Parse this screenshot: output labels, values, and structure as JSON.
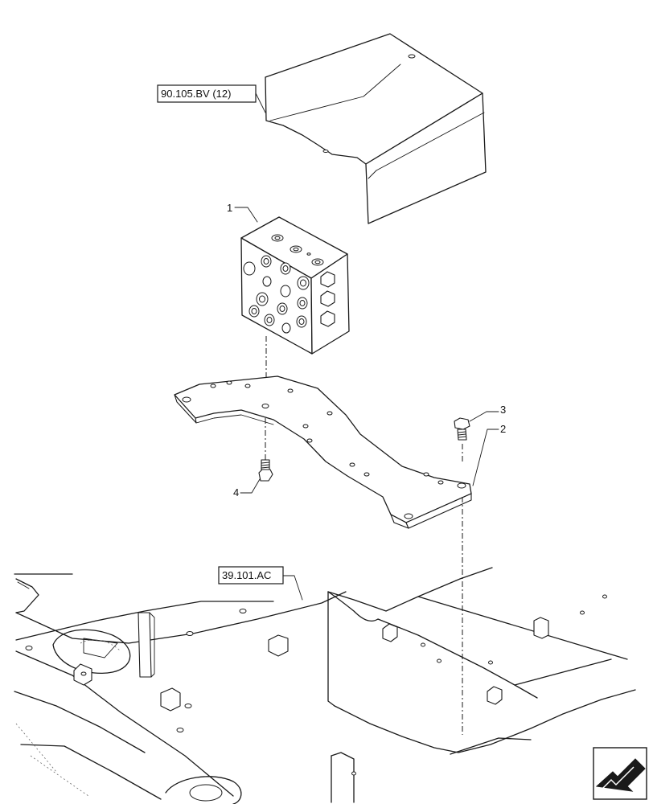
{
  "callouts": {
    "ref_top": "90.105.BV (12)",
    "ref_bottom": "39.101.AC"
  },
  "parts": [
    {
      "number": "1"
    },
    {
      "number": "2"
    },
    {
      "number": "3"
    },
    {
      "number": "4"
    }
  ],
  "icons": {
    "navigation": "arrow-bottom-left-icon"
  }
}
